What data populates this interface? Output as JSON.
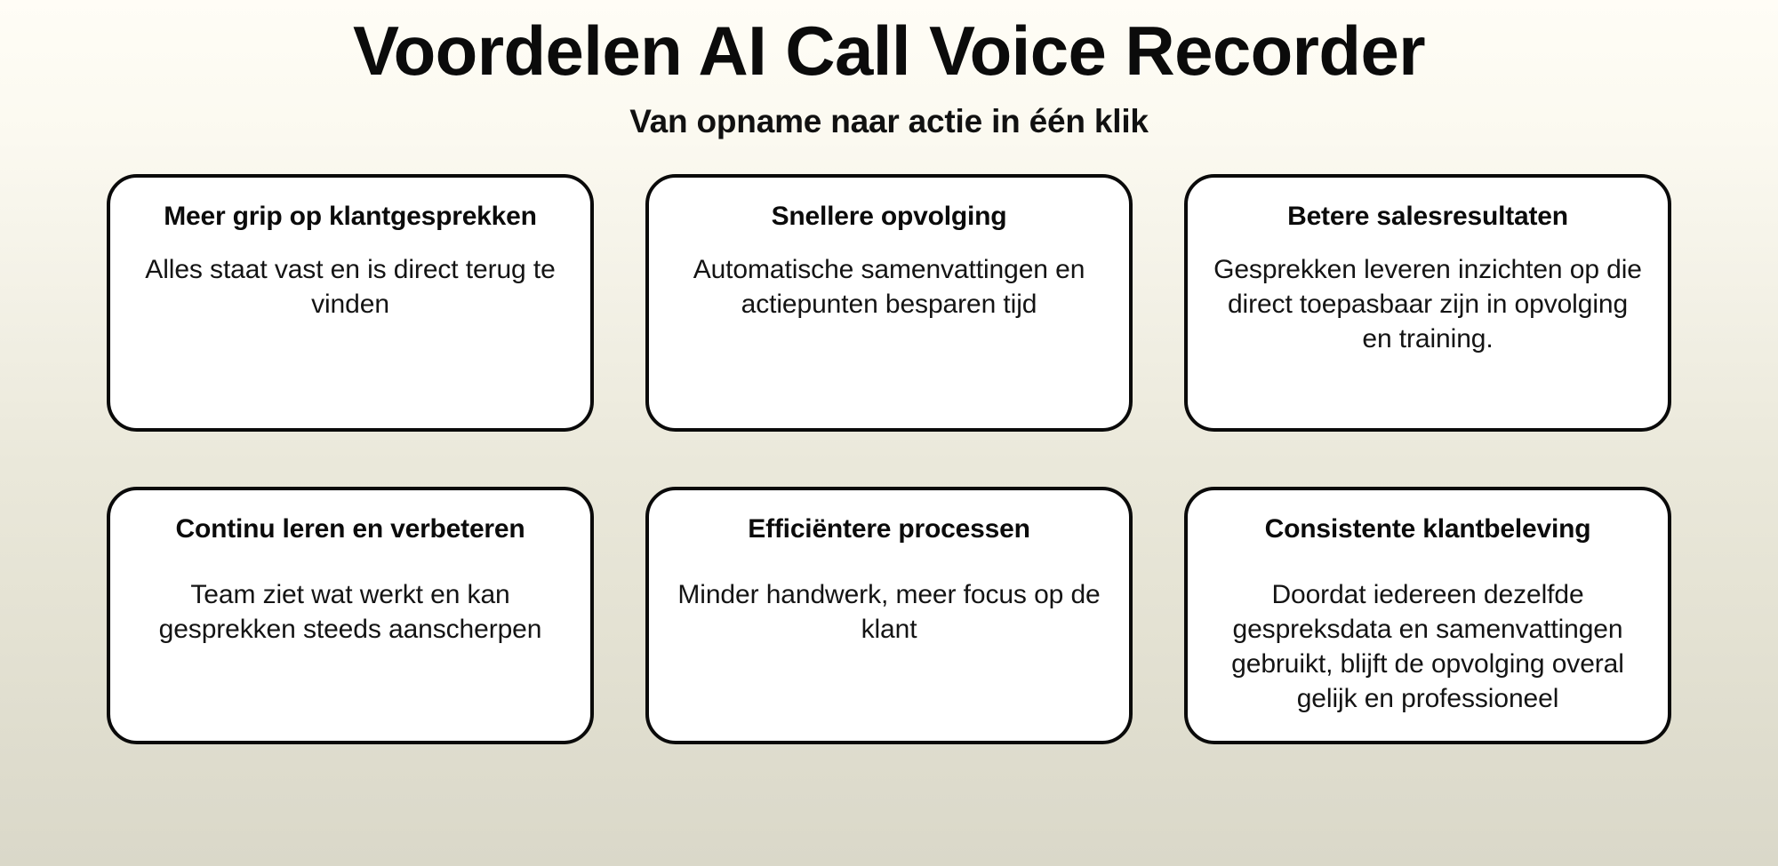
{
  "header": {
    "title": "Voordelen AI Call Voice Recorder",
    "subtitle": "Van opname naar actie in één klik"
  },
  "theme": {
    "background_top": "#FFFDF6",
    "background_bottom": "#DAD8C9",
    "card_background": "#FFFFFF",
    "card_border": "#0A0A0A",
    "text_color": "#0B0B0B"
  },
  "cards": {
    "row1": [
      {
        "title": "Meer grip op klantgesprekken",
        "body": "Alles staat vast en is direct terug te vinden"
      },
      {
        "title": "Snellere opvolging",
        "body": "Automatische samenvattingen en actiepunten besparen tijd"
      },
      {
        "title": "Betere salesresultaten",
        "body": "Gesprekken leveren inzichten op die direct toepasbaar zijn in opvolging en training."
      }
    ],
    "row2": [
      {
        "title": "Continu leren en verbeteren",
        "body": "Team ziet wat werkt en kan gesprekken steeds aanscherpen"
      },
      {
        "title": "Efficiëntere processen",
        "body": "Minder handwerk, meer focus op de klant"
      },
      {
        "title": "Consistente klantbeleving",
        "body": "Doordat iedereen dezelfde gespreksdata en samenvattingen gebruikt, blijft de opvolging overal gelijk en professioneel"
      }
    ]
  }
}
